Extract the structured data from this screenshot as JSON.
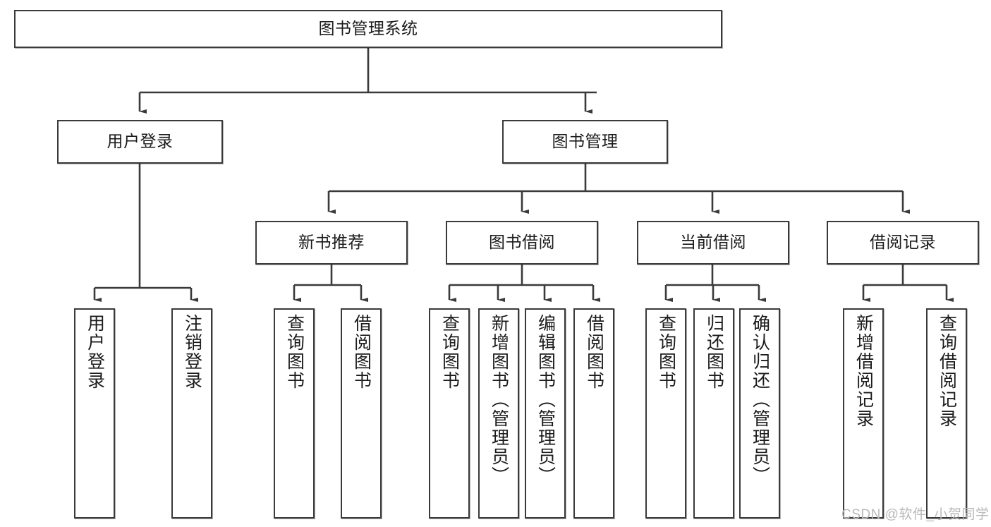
{
  "diagram": {
    "title_node": {
      "label": "图书管理系统"
    },
    "level2": [
      {
        "id": "user-login",
        "label": "用户登录"
      },
      {
        "id": "book-management",
        "label": "图书管理"
      }
    ],
    "level3": [
      {
        "id": "new-book-recommend",
        "label": "新书推荐"
      },
      {
        "id": "book-borrow",
        "label": "图书借阅"
      },
      {
        "id": "current-borrow",
        "label": "当前借阅"
      },
      {
        "id": "borrow-record",
        "label": "借阅记录"
      }
    ],
    "leaves": {
      "user_login": [
        {
          "id": "leaf-user-login",
          "label": "用户登录"
        },
        {
          "id": "leaf-logout-login",
          "label": "注销登录"
        }
      ],
      "new_book_recommend": [
        {
          "id": "leaf-query-book-1",
          "label": "查询图书"
        },
        {
          "id": "leaf-borrow-book-1",
          "label": "借阅图书"
        }
      ],
      "book_borrow": [
        {
          "id": "leaf-query-book-2",
          "label": "查询图书"
        },
        {
          "id": "leaf-add-book",
          "label": "新增图书（管理员）"
        },
        {
          "id": "leaf-edit-book",
          "label": "编辑图书（管理员）"
        },
        {
          "id": "leaf-borrow-book-2",
          "label": "借阅图书"
        }
      ],
      "current_borrow": [
        {
          "id": "leaf-query-book-3",
          "label": "查询图书"
        },
        {
          "id": "leaf-return-book",
          "label": "归还图书"
        },
        {
          "id": "leaf-confirm-return",
          "label": "确认归还（管理员）"
        }
      ],
      "borrow_record": [
        {
          "id": "leaf-add-borrow-record",
          "label": "新增借阅记录"
        },
        {
          "id": "leaf-query-borrow-record",
          "label": "查询借阅记录"
        }
      ]
    },
    "watermark": "CSDN @软件_小贺同学",
    "colors": {
      "stroke": "#3a3a3a",
      "fill": "#ffffff",
      "text": "#1b1b1b",
      "watermark": "#b9b9b9"
    }
  }
}
